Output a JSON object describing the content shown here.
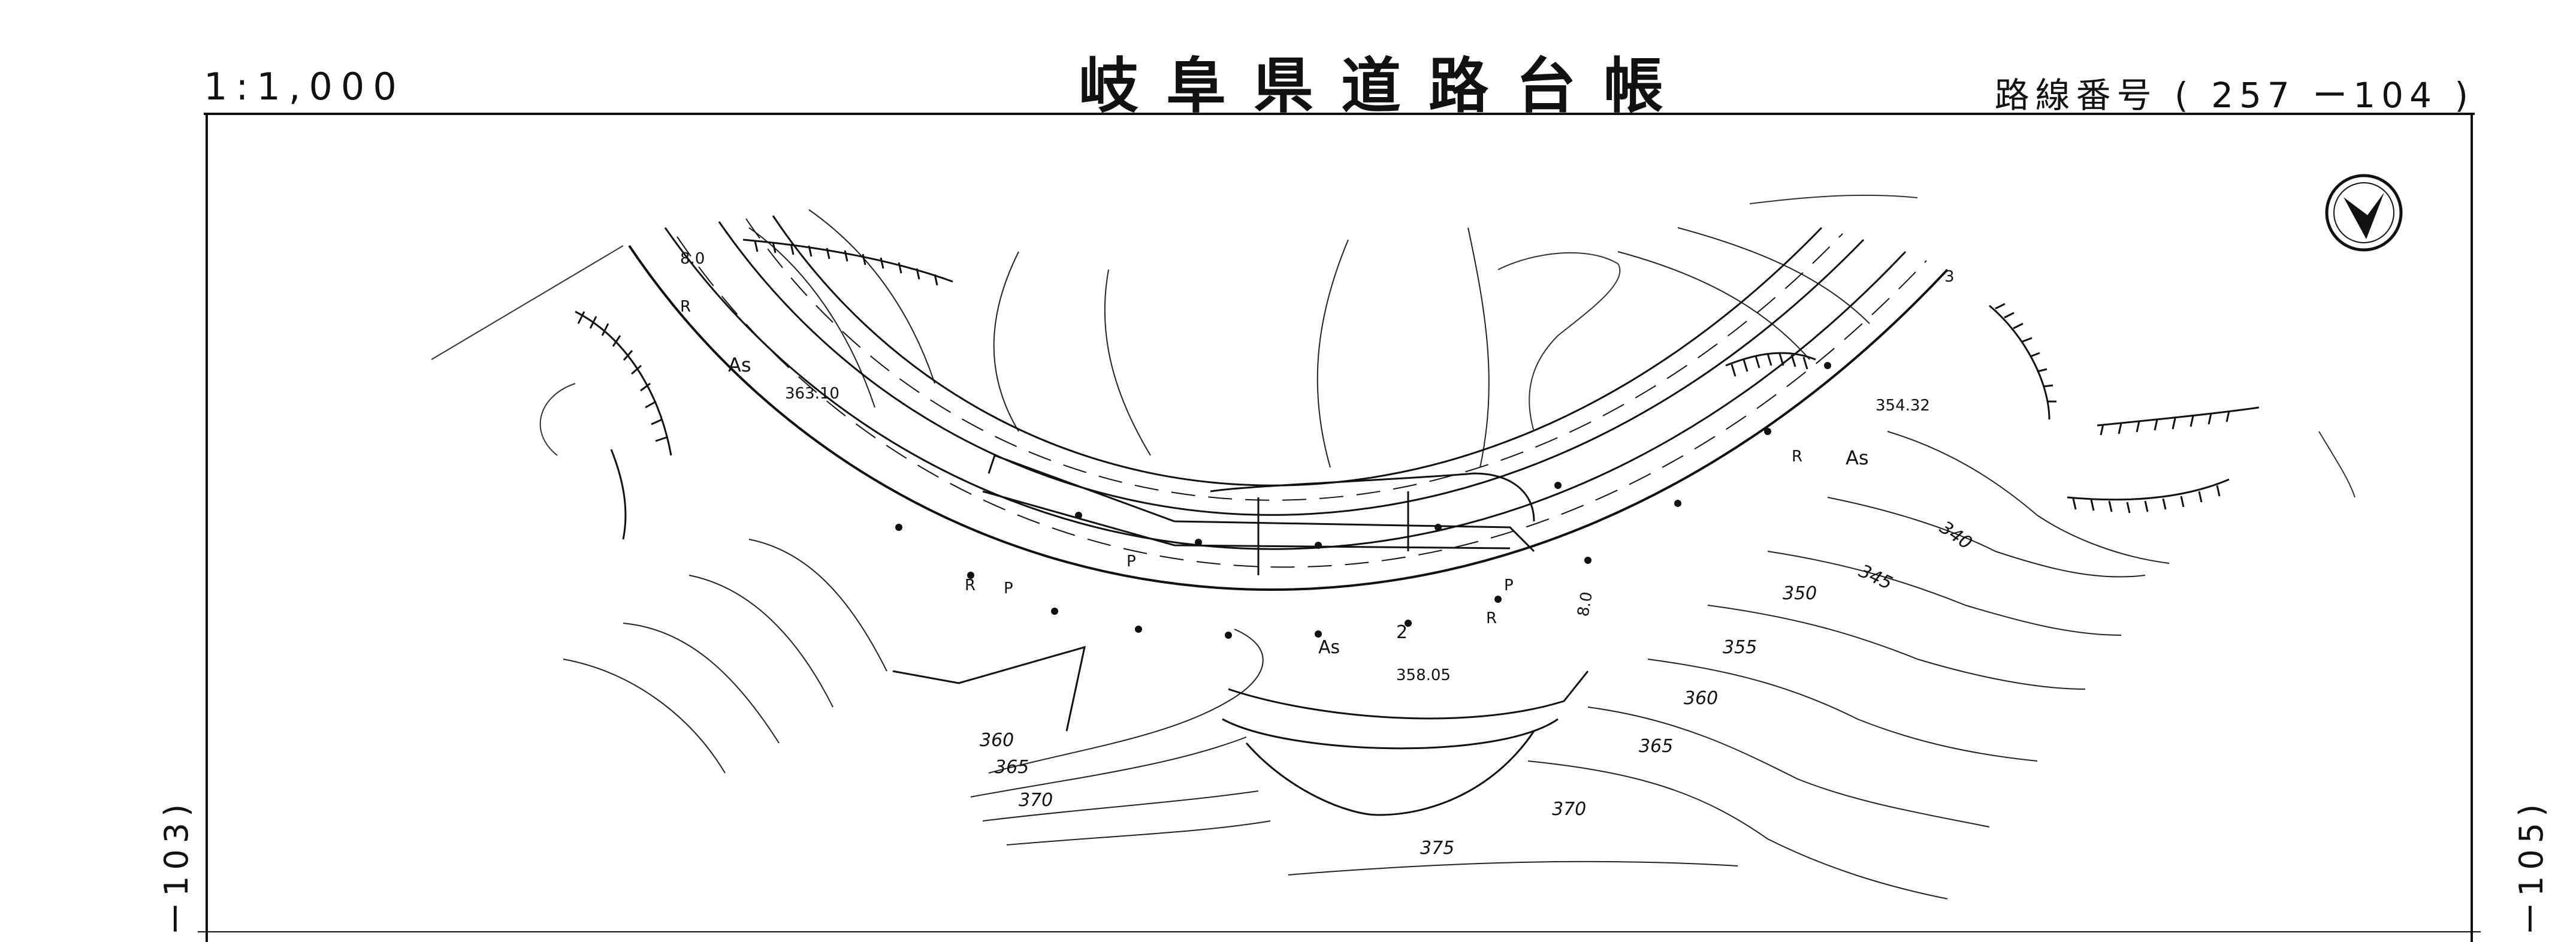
{
  "header": {
    "scale": "1:1,000",
    "title": "岐阜県道路台帳",
    "route_label": "路線番号",
    "route_number": "( 257 ー104 )"
  },
  "edges": {
    "left_adjacent": "ー103)",
    "right_adjacent": "ー105)"
  },
  "map": {
    "north_arrow": "north-arrow-icon",
    "pavement_labels": [
      "As",
      "As",
      "As"
    ],
    "lane_count": "2",
    "widths": [
      "8.0",
      "8.0"
    ],
    "spot_elevations": [
      "363.10",
      "354.32",
      "358.05"
    ],
    "contours": [
      "340",
      "345",
      "350",
      "355",
      "360",
      "365",
      "360",
      "365",
      "370",
      "370",
      "375"
    ],
    "marks": [
      "R",
      "R",
      "R",
      "P",
      "P",
      "R",
      "P",
      "3"
    ]
  }
}
